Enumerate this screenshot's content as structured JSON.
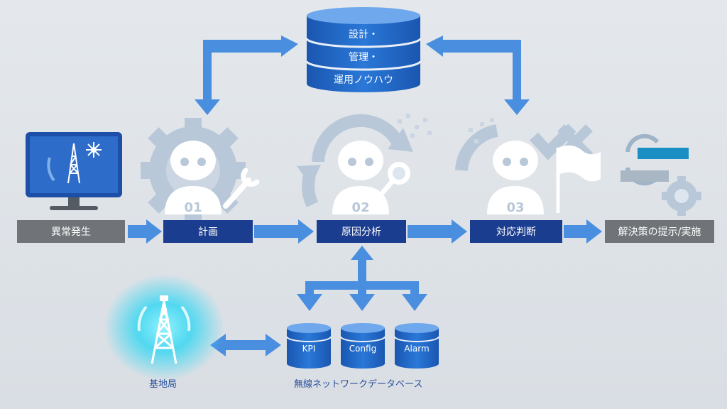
{
  "knowledge_db": {
    "lines": [
      "設計・",
      "管理・",
      "運用ノウハウ"
    ]
  },
  "flow": {
    "start": "異常発生",
    "steps": [
      {
        "number": "01",
        "label": "計画"
      },
      {
        "number": "02",
        "label": "原因分析"
      },
      {
        "number": "03",
        "label": "対応判断"
      }
    ],
    "end": "解決策の提示/実施"
  },
  "base_station": {
    "label": "基地局"
  },
  "network_db": {
    "items": [
      "KPI",
      "Config",
      "Alarm"
    ],
    "caption": "無線ネットワークデータベース"
  },
  "colors": {
    "arrow": "#4a8ee0",
    "navy_label": "#1b3d8f",
    "grey_label": "#707478",
    "db_blue": "#1f63c4",
    "glow": "#39d7f2"
  }
}
